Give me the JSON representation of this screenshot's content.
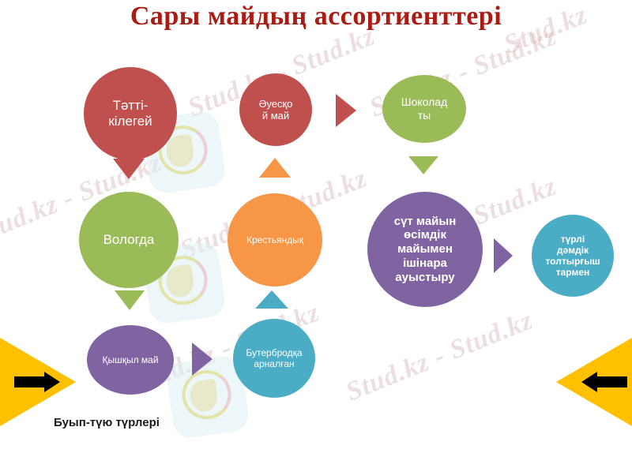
{
  "slide": {
    "title": "Сары майдың ассортиенттері",
    "title_color": "#A91B13",
    "background": "#ffffff",
    "footer_label": "Буып-түю түрлері"
  },
  "watermark": {
    "text": "Stud.kz - Stud.kz",
    "short_text": "Stud.kz",
    "logo_name": "stud-kz-logo-watermark"
  },
  "palette": {
    "red": "#C0504D",
    "green": "#9BBB59",
    "orange": "#F79646",
    "purple": "#8064A2",
    "teal": "#4BACC6",
    "yellow": "#FFC000",
    "black": "#000000",
    "white": "#FFFFFF"
  },
  "nodes": [
    {
      "id": "tatti-kilegey",
      "label": "Тәтті-\nкілегей",
      "color": "#C0504D",
      "font_size": 17
    },
    {
      "id": "auesqoi-mai",
      "label": "Әуесқо\nй май",
      "color": "#C0504D",
      "font_size": 13
    },
    {
      "id": "shokoladty",
      "label": "Шоколад\nты",
      "color": "#9BBB59",
      "font_size": 14
    },
    {
      "id": "vologda",
      "label": "Вологда",
      "color": "#9BBB59",
      "font_size": 17
    },
    {
      "id": "krestyandyq",
      "label": "Крестьяндық",
      "color": "#F79646",
      "font_size": 12
    },
    {
      "id": "sut-mayyn",
      "label": "сүт майын\nөсімдік\nмайымен\nішінара\nауыстыру",
      "color": "#8064A2",
      "font_size": 15
    },
    {
      "id": "turli-damdik",
      "label": "түрлі\nдәмдік\nтолтырғыш\nтармен",
      "color": "#4BACC6",
      "font_size": 12
    },
    {
      "id": "qyshqyl-mai",
      "label": "Қышқыл май",
      "color": "#8064A2",
      "font_size": 12
    },
    {
      "id": "buterbrodqa",
      "label": "Бутербродқа\nарналған",
      "color": "#4BACC6",
      "font_size": 12
    }
  ],
  "arrows": [
    {
      "id": "arrow-tatti-to-vologda",
      "direction": "down",
      "color": "#C0504D"
    },
    {
      "id": "arrow-auesqoi-from-krestyandyq",
      "direction": "up",
      "color": "#F79646"
    },
    {
      "id": "arrow-auesqoi-to-shokoladty",
      "direction": "right",
      "color": "#C0504D"
    },
    {
      "id": "arrow-shokoladty-to-sutmayyn",
      "direction": "down",
      "color": "#9BBB59"
    },
    {
      "id": "arrow-vologda-to-qyshqyl",
      "direction": "down",
      "color": "#9BBB59"
    },
    {
      "id": "arrow-buterbrodqa-to-krestyandyq",
      "direction": "up",
      "color": "#4BACC6"
    },
    {
      "id": "arrow-sutmayyn-to-turli",
      "direction": "right",
      "color": "#8064A2"
    },
    {
      "id": "arrow-qyshqyl-to-buterbrodqa",
      "direction": "right",
      "color": "#8064A2"
    }
  ],
  "corner_arrows": [
    {
      "id": "corner-arrow-left",
      "direction": "right",
      "fill": "#FFC000",
      "glyph": "#000000"
    },
    {
      "id": "corner-arrow-right",
      "direction": "left",
      "fill": "#FFC000",
      "glyph": "#000000"
    }
  ]
}
